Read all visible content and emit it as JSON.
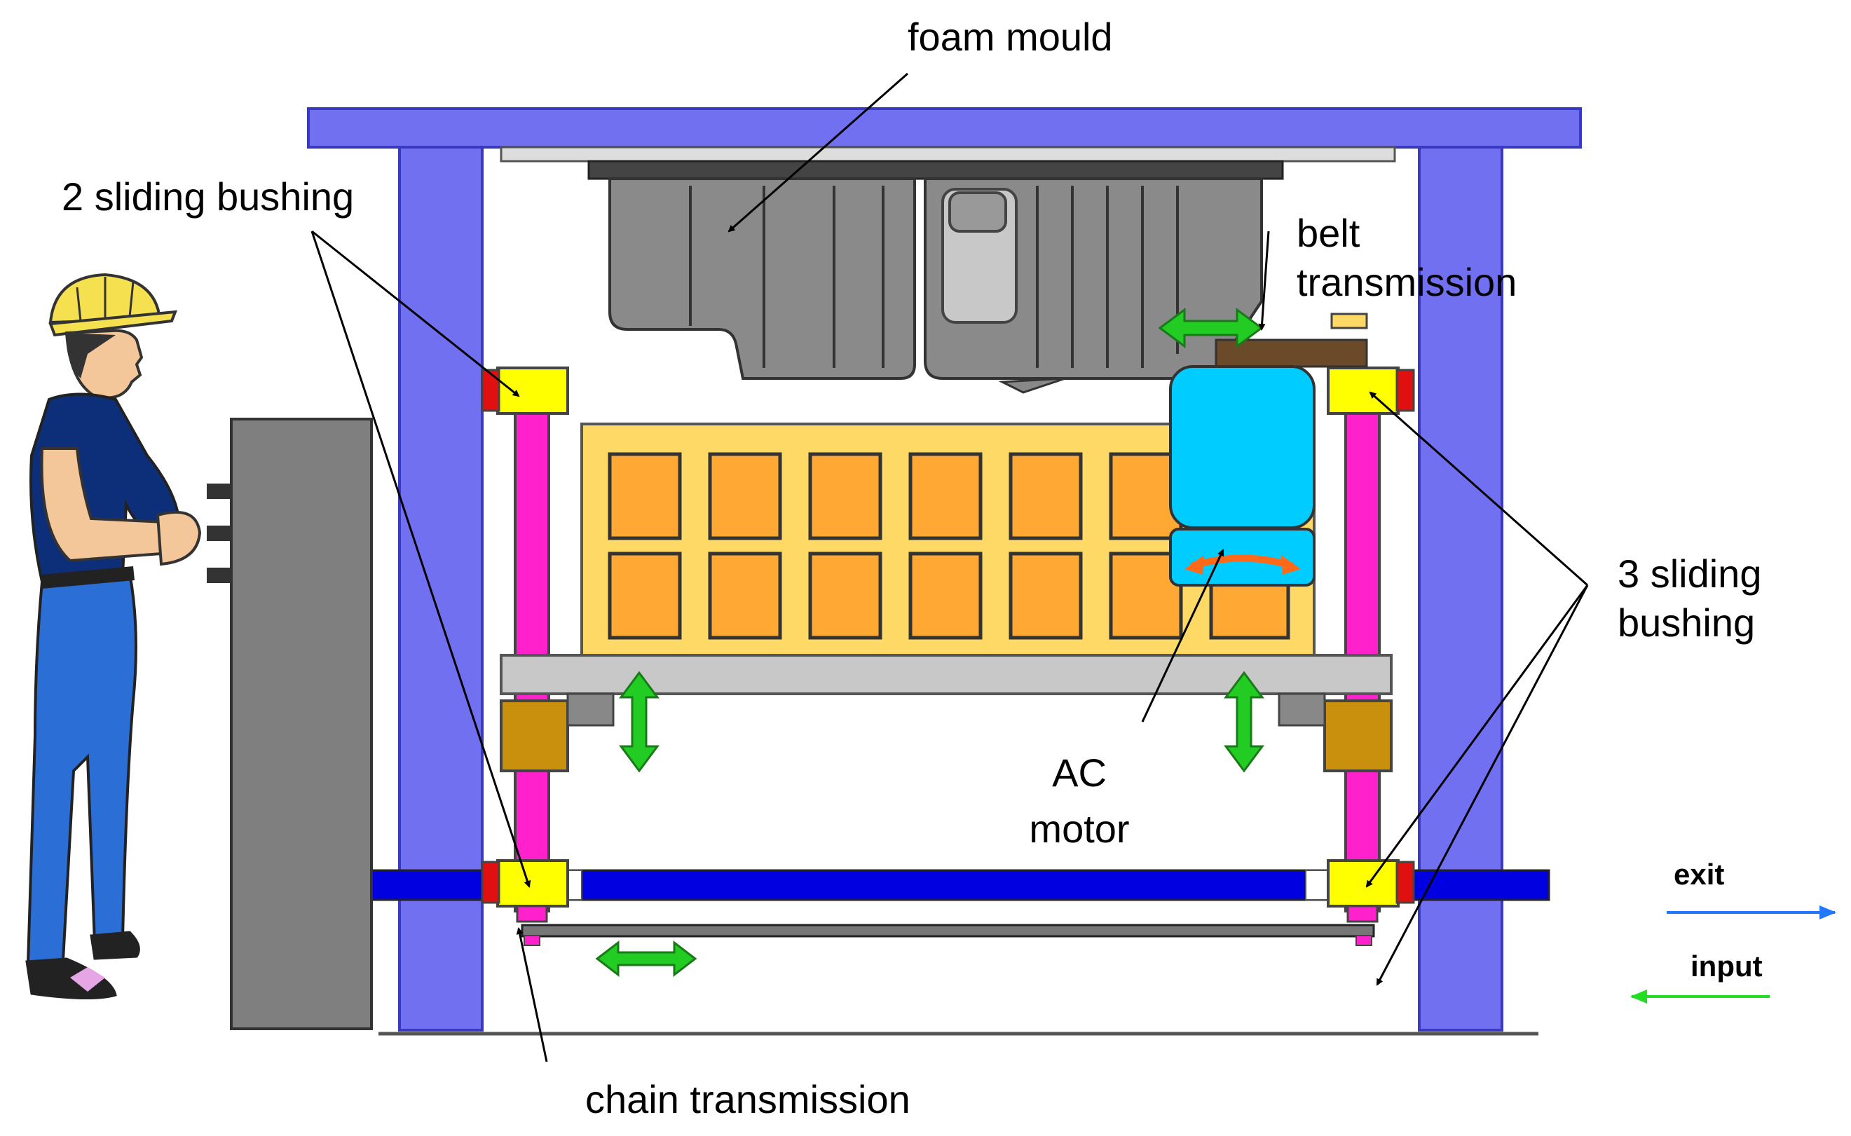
{
  "labels": {
    "foam_mould": "foam mould",
    "sliding_bushing_2": "2 sliding bushing",
    "belt_line1": "belt",
    "belt_line2": "transmission",
    "sliding_bushing_3_line1": "3 sliding",
    "sliding_bushing_3_line2": "bushing",
    "ac_line1": "AC",
    "ac_line2": "motor",
    "chain_transmission": "chain transmission",
    "exit": "exit",
    "input": "input"
  },
  "colors": {
    "frame": "#7070f0",
    "frame_stroke": "#3a3ac0",
    "rail": "#0000e0",
    "column": "#ff22cc",
    "bushing_yellow": "#ffff00",
    "bushing_red": "#e01010",
    "block_brown": "#c8900c",
    "yellow_panel": "#ffd966",
    "orange_cell": "#ffa833",
    "mould_grey": "#8a8a8a",
    "motor_cyan": "#00ccff",
    "belt_brown": "#6b4a2a",
    "green_arrow": "#22cc22",
    "orange_arrow": "#ff6a1a",
    "exit_arrow": "#2277ff",
    "input_arrow": "#22dd22",
    "control_box": "#7f7f7f"
  },
  "icons": [
    "worker-figure",
    "hard-hat-icon",
    "double-arrow-icon",
    "rotation-arrow-icon"
  ]
}
